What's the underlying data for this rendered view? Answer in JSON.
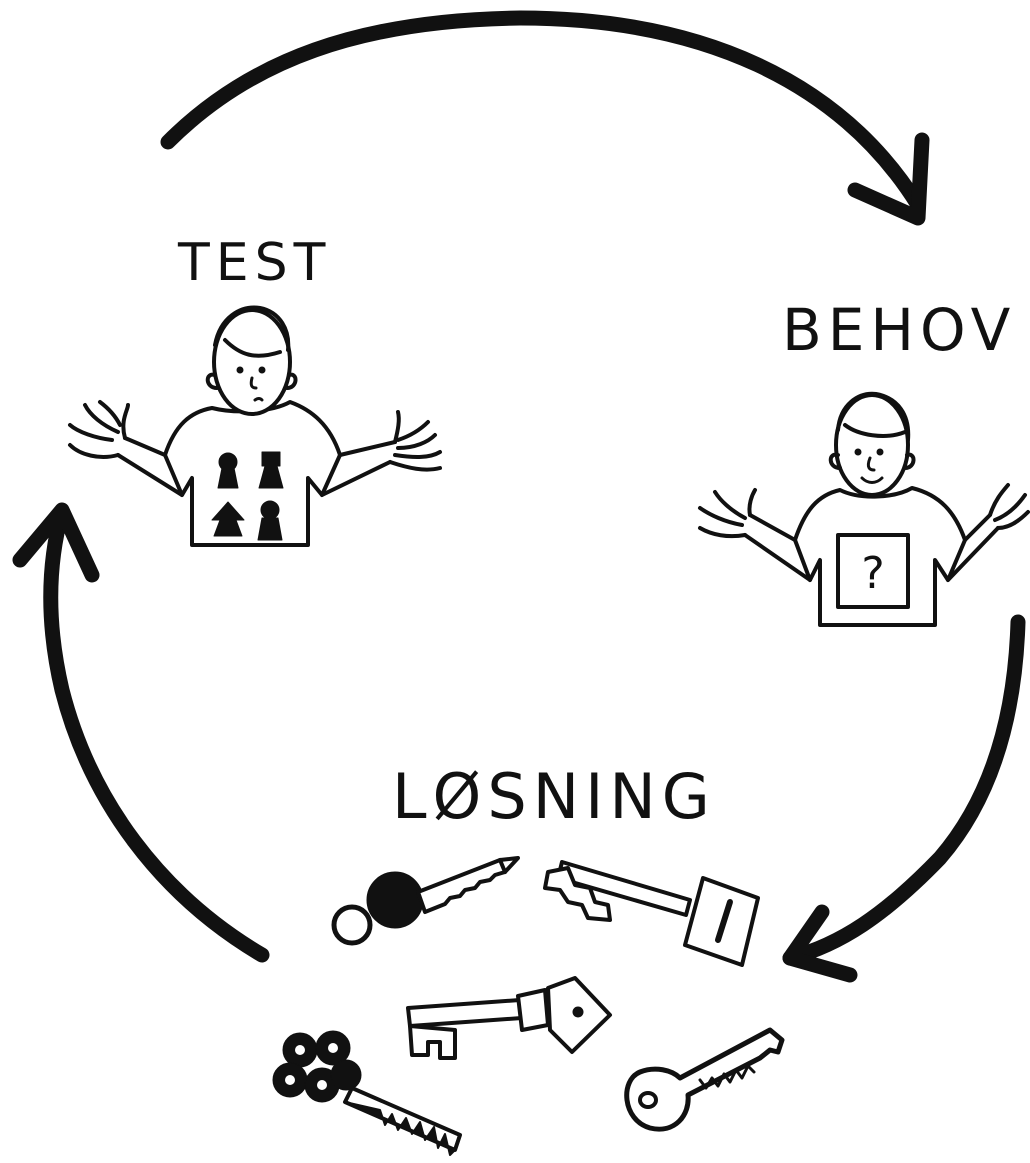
{
  "diagram": {
    "labels": {
      "test": "TEST",
      "behov": "BEHOV",
      "losning": "LØSNING",
      "question_mark": "?"
    },
    "colors": {
      "ink": "#111111",
      "background": "#ffffff"
    },
    "cycle_order": [
      "TEST",
      "BEHOV",
      "LØSNING"
    ],
    "icons": [
      "arrow-test-to-behov-icon",
      "arrow-behov-to-losning-icon",
      "arrow-losning-to-test-icon",
      "person-shrugging-test-icon",
      "person-shrugging-behov-icon",
      "keys-cluster-icon"
    ]
  }
}
